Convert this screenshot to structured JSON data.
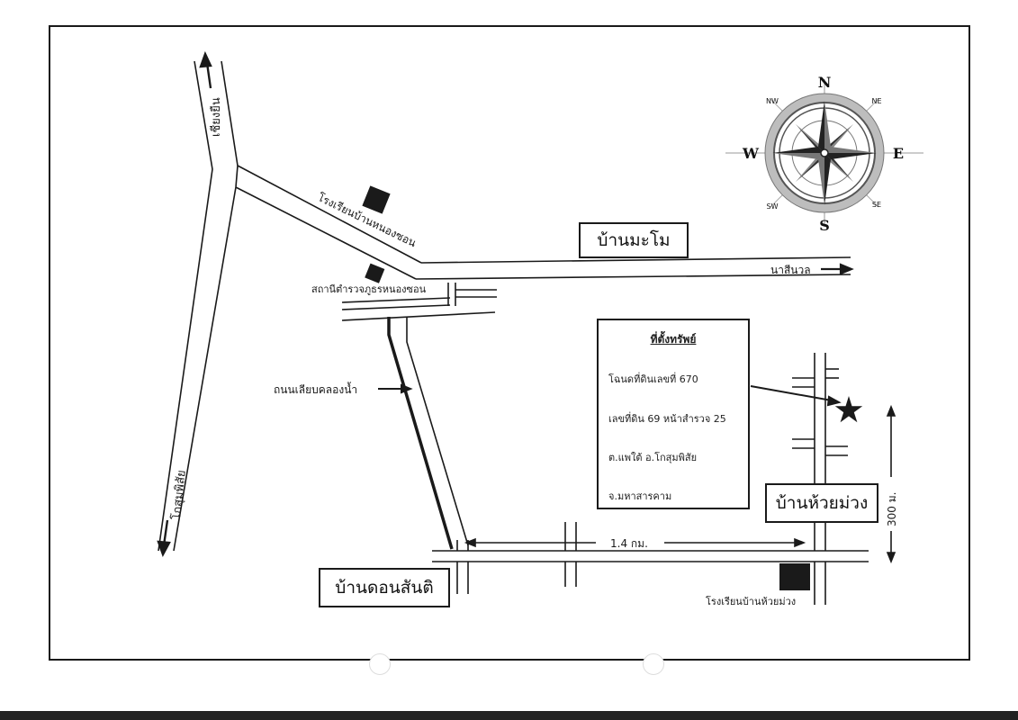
{
  "places": {
    "makhamo": "บ้านมะโม",
    "huai_muang": "บ้านห้วยม่วง",
    "don_santi": "บ้านดอนสันติ"
  },
  "road_labels": {
    "chiang_yuen": "เชียงยืน",
    "kosum_phisai": "โกสุมพิสัย",
    "na_si_nuan": "นาสีนวล",
    "canal_road": "ถนนเลียบคลองน้ำ"
  },
  "landmarks": {
    "school_nong_son": "โรงเรียนบ้านหนองซอน",
    "police_station": "สถานีตำรวจภูธรหนองซอน",
    "school_huai_muang": "โรงเรียนบ้านห้วยม่วง"
  },
  "property_info": {
    "title": "ที่ตั้งทรัพย์",
    "lines": [
      "โฉนดที่ดินเลขที่ 670",
      "เลขที่ดิน 69  หน้าสำรวจ 25",
      "ต.แพใต้  อ.โกสุมพิสัย",
      "จ.มหาสารคาม"
    ]
  },
  "distances": {
    "horizontal": "1.4 กม.",
    "vertical": "300 ม."
  },
  "compass": {
    "n": "N",
    "s": "S",
    "e": "E",
    "w": "W",
    "ne": "NE",
    "nw": "NW",
    "se": "SE",
    "sw": "SW"
  },
  "marker_icon": "star-icon"
}
